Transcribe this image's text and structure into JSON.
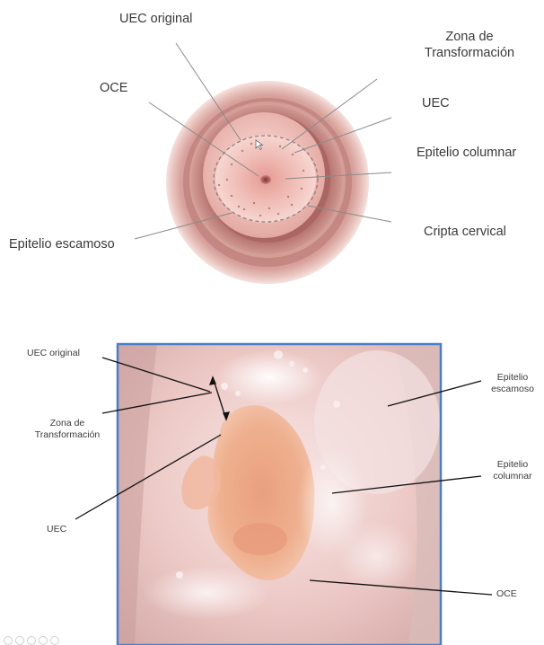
{
  "top_diagram": {
    "labels": {
      "uec_original": "UEC original",
      "zona_transformacion": "Zona de Transformación",
      "oce": "OCE",
      "uec": "UEC",
      "epitelio_columnar": "Epitelio columnar",
      "cripta_cervical": "Cripta cervical",
      "epitelio_escamoso": "Epitelio escamoso"
    }
  },
  "bottom_photo": {
    "labels": {
      "uec_original": "UEC original",
      "zona_transformacion": "Zona de Transformación",
      "uec": "UEC",
      "epitelio_escamoso": "Epitelio escamoso",
      "epitelio_columnar": "Epitelio columnar",
      "oce": "OCE"
    },
    "frame_color": "#4a7ec9"
  }
}
